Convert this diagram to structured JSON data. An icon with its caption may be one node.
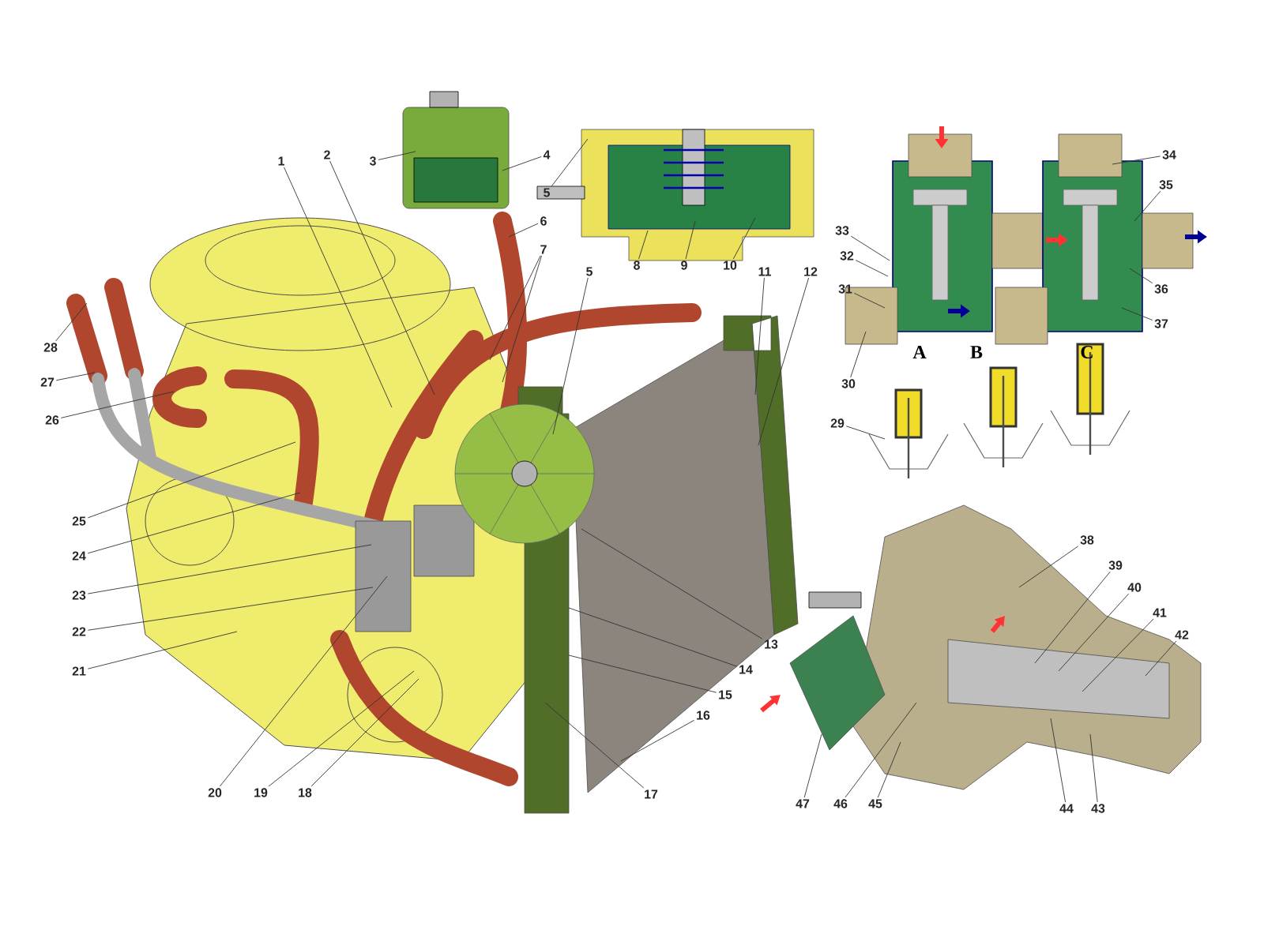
{
  "diagram": {
    "nodes": [
      {
        "text": [
          "1"
        ]
      },
      {
        "text": [
          "2"
        ]
      },
      {
        "text": [
          "3"
        ]
      },
      {
        "text": [
          "4"
        ]
      },
      {
        "text": [
          "5"
        ]
      },
      {
        "text": [
          "6"
        ]
      },
      {
        "text": [
          "7"
        ]
      },
      {
        "text": [
          "8"
        ]
      },
      {
        "text": [
          "9"
        ]
      },
      {
        "text": [
          "10"
        ]
      },
      {
        "text": [
          "5"
        ]
      },
      {
        "text": [
          "11"
        ]
      },
      {
        "text": [
          "12"
        ]
      },
      {
        "text": [
          "13"
        ]
      },
      {
        "text": [
          "14"
        ]
      },
      {
        "text": [
          "15"
        ]
      },
      {
        "text": [
          "16"
        ]
      },
      {
        "text": [
          "17"
        ]
      },
      {
        "text": [
          "18"
        ]
      },
      {
        "text": [
          "19"
        ]
      },
      {
        "text": [
          "20"
        ]
      },
      {
        "text": [
          "21"
        ]
      },
      {
        "text": [
          "22"
        ]
      },
      {
        "text": [
          "23"
        ]
      },
      {
        "text": [
          "24"
        ]
      },
      {
        "text": [
          "25"
        ]
      },
      {
        "text": [
          "26"
        ]
      },
      {
        "text": [
          "27"
        ]
      },
      {
        "text": [
          "28"
        ]
      },
      {
        "text": [
          "29"
        ]
      },
      {
        "text": [
          "30"
        ]
      },
      {
        "text": [
          "31"
        ]
      },
      {
        "text": [
          "32"
        ]
      },
      {
        "text": [
          "33"
        ]
      },
      {
        "text": [
          "34"
        ]
      },
      {
        "text": [
          "35"
        ]
      },
      {
        "text": [
          "36"
        ]
      },
      {
        "text": [
          "37"
        ]
      },
      {
        "text": [
          "38"
        ]
      },
      {
        "text": [
          "39"
        ]
      },
      {
        "text": [
          "40"
        ]
      },
      {
        "text": [
          "41"
        ]
      },
      {
        "text": [
          "42"
        ]
      },
      {
        "text": [
          "43"
        ]
      },
      {
        "text": [
          "44"
        ]
      },
      {
        "text": [
          "45"
        ]
      },
      {
        "text": [
          "46"
        ]
      },
      {
        "text": [
          "47"
        ]
      }
    ],
    "edges": [
      {
        "from": 0,
        "to": null,
        "arrow": "none"
      },
      {
        "from": 1,
        "to": null,
        "arrow": "none"
      },
      {
        "from": 2,
        "to": null,
        "arrow": "none"
      },
      {
        "from": 3,
        "to": null,
        "arrow": "none"
      },
      {
        "from": 4,
        "to": null,
        "arrow": "none"
      },
      {
        "from": 5,
        "to": null,
        "arrow": "none"
      },
      {
        "from": 6,
        "to": null,
        "arrow": "none"
      },
      {
        "from": 6,
        "to": null,
        "arrow": "none"
      },
      {
        "from": 7,
        "to": null,
        "arrow": "none"
      },
      {
        "from": 8,
        "to": null,
        "arrow": "none"
      },
      {
        "from": 9,
        "to": null,
        "arrow": "none"
      },
      {
        "from": 10,
        "to": null,
        "arrow": "none"
      },
      {
        "from": 11,
        "to": null,
        "arrow": "none"
      },
      {
        "from": 12,
        "to": null,
        "arrow": "none"
      },
      {
        "from": 13,
        "to": null,
        "arrow": "none"
      },
      {
        "from": 14,
        "to": null,
        "arrow": "none"
      },
      {
        "from": 15,
        "to": null,
        "arrow": "none"
      },
      {
        "from": 16,
        "to": null,
        "arrow": "none"
      },
      {
        "from": 17,
        "to": null,
        "arrow": "none"
      },
      {
        "from": 18,
        "to": null,
        "arrow": "none"
      },
      {
        "from": 19,
        "to": null,
        "arrow": "none"
      },
      {
        "from": 20,
        "to": null,
        "arrow": "none"
      },
      {
        "from": 21,
        "to": null,
        "arrow": "none"
      },
      {
        "from": 22,
        "to": null,
        "arrow": "none"
      },
      {
        "from": 23,
        "to": null,
        "arrow": "none"
      },
      {
        "from": 24,
        "to": null,
        "arrow": "none"
      },
      {
        "from": 25,
        "to": null,
        "arrow": "none"
      },
      {
        "from": 26,
        "to": null,
        "arrow": "none"
      },
      {
        "from": 27,
        "to": null,
        "arrow": "none"
      },
      {
        "from": 28,
        "to": null,
        "arrow": "none"
      },
      {
        "from": 29,
        "to": null,
        "arrow": "none"
      },
      {
        "from": 30,
        "to": null,
        "arrow": "none"
      },
      {
        "from": 31,
        "to": null,
        "arrow": "none"
      },
      {
        "from": 32,
        "to": null,
        "arrow": "none"
      },
      {
        "from": 33,
        "to": null,
        "arrow": "none"
      },
      {
        "from": 34,
        "to": null,
        "arrow": "none"
      },
      {
        "from": 35,
        "to": null,
        "arrow": "none"
      },
      {
        "from": 36,
        "to": null,
        "arrow": "none"
      },
      {
        "from": 37,
        "to": null,
        "arrow": "none"
      },
      {
        "from": 38,
        "to": null,
        "arrow": "none"
      },
      {
        "from": 39,
        "to": null,
        "arrow": "none"
      },
      {
        "from": 40,
        "to": null,
        "arrow": "none"
      },
      {
        "from": 41,
        "to": null,
        "arrow": "none"
      },
      {
        "from": 42,
        "to": null,
        "arrow": "none"
      },
      {
        "from": 43,
        "to": null,
        "arrow": "none"
      },
      {
        "from": 44,
        "to": null,
        "arrow": "none"
      },
      {
        "from": 45,
        "to": null,
        "arrow": "none"
      },
      {
        "from": 46,
        "to": null,
        "arrow": "none"
      },
      {
        "from": 47,
        "to": null,
        "arrow": "none"
      }
    ],
    "labels": [
      "A",
      "B",
      "C"
    ]
  }
}
